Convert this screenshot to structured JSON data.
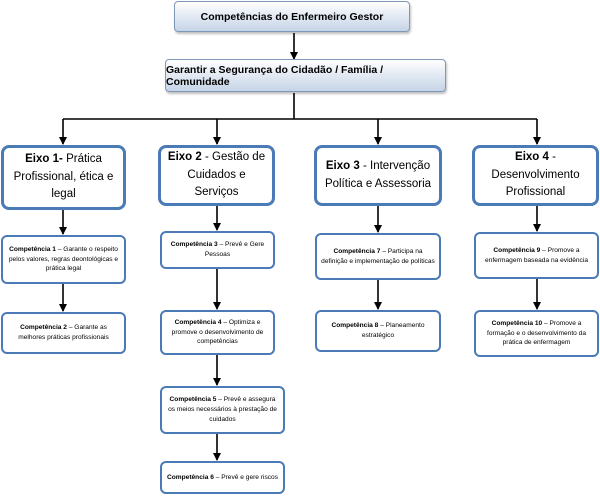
{
  "title": "Competências do Enfermeiro Gestor",
  "subtitle": "Garantir a Segurança do Cidadão / Família / Comunidade",
  "axes": [
    {
      "label": "Eixo 1-",
      "name": "Prática Profissional, ética e legal",
      "competencies": [
        {
          "label": "Competência 1",
          "text": "– Garante o respeito pelos valores, regras deontológicas e prática legal"
        },
        {
          "label": "Competência 2",
          "text": "– Garante as melhores práticas profissionais"
        }
      ]
    },
    {
      "label": "Eixo 2",
      "name": "- Gestão de Cuidados e Serviços",
      "competencies": [
        {
          "label": "Competência 3",
          "text": "– Prevê e Gere Pessoas"
        },
        {
          "label": "Competência 4",
          "text": "– Optimiza e promove o desenvolvimento de competências"
        },
        {
          "label": "Competência 5",
          "text": "– Prevê e assegura os meios necessários à prestação de cuidados"
        },
        {
          "label": "Competência 6",
          "text": "– Prevê e gere riscos"
        }
      ]
    },
    {
      "label": "Eixo 3",
      "name": "- Intervenção Política e Assessoria",
      "competencies": [
        {
          "label": "Competência 7",
          "text": "– Participa na definição e implementação de políticas"
        },
        {
          "label": "Competência 8",
          "text": "– Planeamento estratégico"
        }
      ]
    },
    {
      "label": "Eixo 4",
      "name": "- Desenvolvimento Profissional",
      "competencies": [
        {
          "label": "Competência 9",
          "text": "– Promove a enfermagem baseada na evidência"
        },
        {
          "label": "Competência 10",
          "text": "– Promove a formação e o desenvolvimento da prática de enfermagem"
        }
      ]
    }
  ],
  "colors": {
    "border": "#4a7bb7",
    "line": "#000000"
  }
}
